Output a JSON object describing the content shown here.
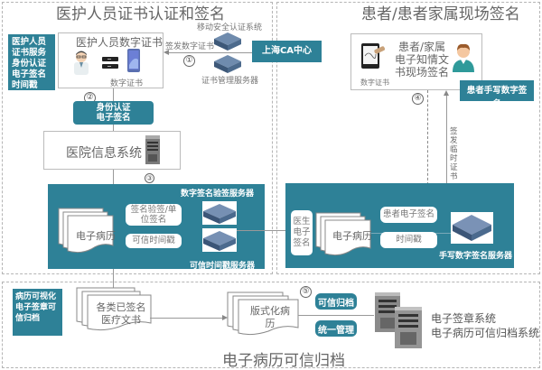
{
  "regions": {
    "doctor": {
      "title": "医护人员证书认证和签名"
    },
    "patient": {
      "title": "患者/患者家属现场签名"
    },
    "archive": {
      "title": "电子病历可信归档"
    }
  },
  "doctor_side": {
    "side_label": "医护人员\n证书服务\n身份认证\n电子签名\n时间戳",
    "cert_box_title": "医护人员数字证书",
    "cert_caption": "数字证书",
    "issue_arrow_label": "签发数字证书",
    "step1": "①",
    "mobile_auth_label": "移动安全认证系统",
    "cert_mgmt_label": "证书管理服务器",
    "ca_center_label": "上海CA中心",
    "step2": "②",
    "auth_sign_label": "身份认证\n电子签名",
    "his_label": "医院信息系统",
    "step3": "③",
    "verify_server_title": "数字签名验签服务器",
    "emr_doc_label": "电子病历",
    "verify_pill": "签名验签/单\n位签名",
    "timestamp_pill": "可信时间戳",
    "tsa_server_title": "可信时间戳服务器"
  },
  "patient_side": {
    "box_text": "患者/家属\n电子知情文\n书现场签名",
    "tablet_caption": "数字证书",
    "step4": "④",
    "handwritten_label": "患者手写数字签名",
    "temp_cert_label": "签\n发\n临\n时\n证\n书",
    "doctor_sign_label": "医生\n电子\n签名",
    "emr_doc_label": "电子病历",
    "patient_sign_pill": "患者电子签名",
    "timestamp_pill": "时间戳",
    "hw_server_title": "手写数字签名服务器"
  },
  "archive_side": {
    "side_label": "病历可视化\n电子签章可\n信归档",
    "signed_docs_label": "各类已签名\n医疗文书",
    "formatted_label": "版式化病\n历",
    "step5": "⑤",
    "trusted_archive_btn": "可信归档",
    "unified_mgmt_btn": "统一管理",
    "system1": "电子签章系统",
    "system2": "电子病历可信归档系统"
  },
  "colors": {
    "teal": "#2e8197",
    "border_dash": "#b5b5b5"
  }
}
